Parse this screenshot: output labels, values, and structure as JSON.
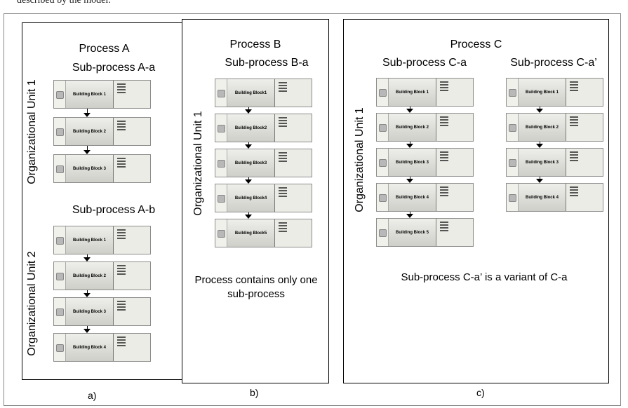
{
  "top_caption_fragment": "described by the model:",
  "panel_a": {
    "process_title": "Process A",
    "groups": [
      {
        "sub_process": "Sub-process A-a",
        "org_unit": "Organizational Unit 1",
        "blocks": [
          "Building Block 1",
          "Building Block 2",
          "Building Block 3"
        ]
      },
      {
        "sub_process": "Sub-process A-b",
        "org_unit": "Organizational Unit 2",
        "blocks": [
          "Building Block 1",
          "Building Block 2",
          "Building Block 3",
          "Building Block 4"
        ]
      }
    ],
    "label": "a)"
  },
  "panel_b": {
    "process_title": "Process B",
    "sub_process": "Sub-process B-a",
    "org_unit": "Organizational Unit 1",
    "blocks": [
      "Building Block1",
      "Building Block2",
      "Building Block3",
      "Building Block4",
      "Building Block5"
    ],
    "note": "Process contains only one sub-process",
    "label": "b)"
  },
  "panel_c": {
    "process_title": "Process C",
    "org_unit": "Organizational Unit 1",
    "columns": [
      {
        "sub_process": "Sub-process C-a",
        "blocks": [
          "Building Block 1",
          "Building Block 2",
          "Building Block 3",
          "Building Block 4",
          "Building Block 5"
        ]
      },
      {
        "sub_process": "Sub-process C-a’",
        "blocks": [
          "Building Block 1",
          "Building Block 2",
          "Building Block 3",
          "Building Block 4"
        ]
      }
    ],
    "note": "Sub-process C-a’ is a variant of C-a",
    "label": "c)"
  }
}
